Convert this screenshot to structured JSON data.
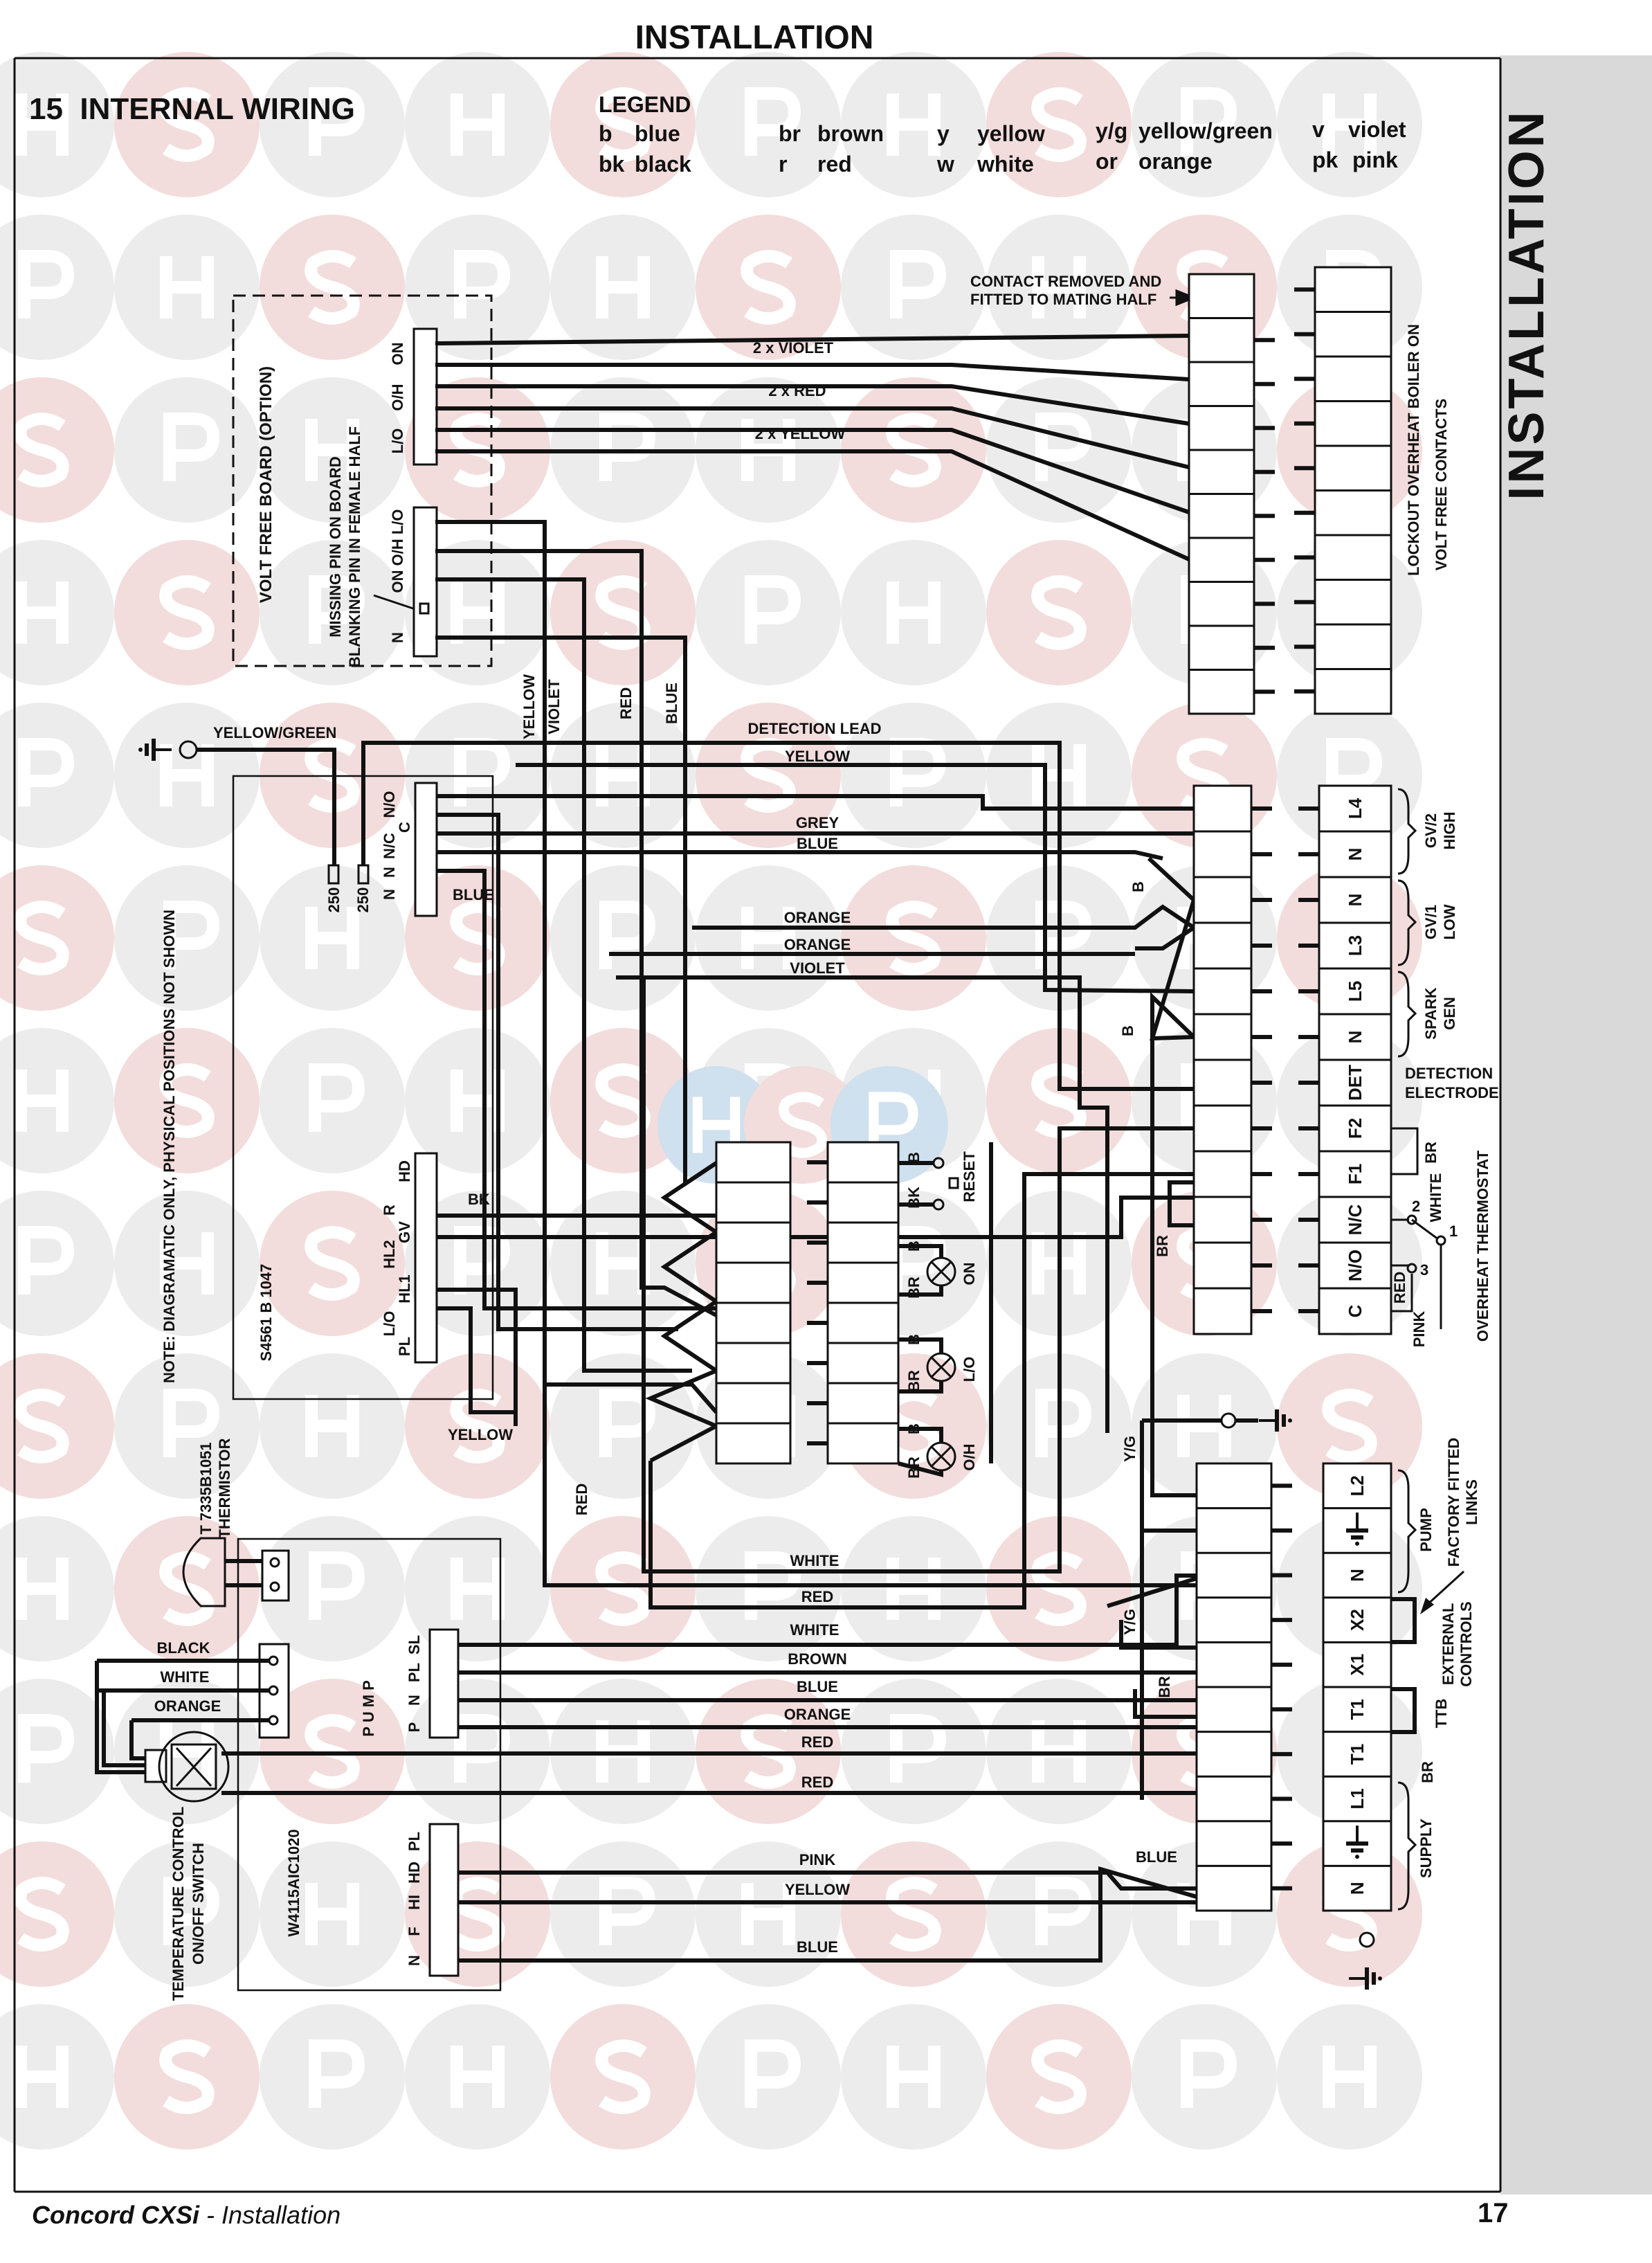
{
  "header": {
    "title": "INSTALLATION"
  },
  "section": {
    "title": "15  INTERNAL WIRING"
  },
  "sidebar": {
    "label": "INSTALLATION",
    "background": "#d8d8d8"
  },
  "watermark": "HSP",
  "colors": {
    "ink": "#111111",
    "watermark_pink": "#f3dcdc",
    "watermark_grey": "#ececec",
    "watermark_blue": "#cfe0ee"
  },
  "legend": {
    "title": "LEGEND",
    "items": [
      {
        "code": "b",
        "name": "blue"
      },
      {
        "code": "bk",
        "name": "black"
      },
      {
        "code": "br",
        "name": "brown"
      },
      {
        "code": "r",
        "name": "red"
      },
      {
        "code": "y",
        "name": "yellow"
      },
      {
        "code": "w",
        "name": "white"
      },
      {
        "code": "y/g",
        "name": "yellow/green"
      },
      {
        "code": "or",
        "name": "orange"
      },
      {
        "code": "v",
        "name": "violet"
      },
      {
        "code": "pk",
        "name": "pink"
      }
    ]
  },
  "volt_free_board": {
    "title": "VOLT FREE BOARD (OPTION)",
    "note_line1": "MISSING PIN ON BOARD",
    "note_line2": "BLANKING PIN IN FEMALE HALF",
    "pins_top": [
      "ON",
      "O/H",
      "L/O"
    ],
    "pins_bottom": [
      "ON O/H L/O",
      "N"
    ],
    "wires": [
      "2 x VIOLET",
      "2 x RED",
      "2 x YELLOW"
    ]
  },
  "volt_free_contacts": {
    "contact_note_line1": "CONTACT REMOVED AND",
    "contact_note_line2": "FITTED TO MATING HALF",
    "label_line1": "LOCKOUT  OVERHEAT  BOILER ON",
    "label_line2": "VOLT FREE CONTACTS"
  },
  "vertical_wires": [
    "YELLOW",
    "VIOLET",
    "RED",
    "BLUE"
  ],
  "earth_lead": {
    "label": "YELLOW/GREEN"
  },
  "control_board": {
    "model": "S4561 B 1047",
    "note": "NOTE: DIAGRAMATIC ONLY, PHYSICAL POSITIONS NOT SHOWN",
    "spade_1": "250",
    "spade_2": "250",
    "connector_a_pins": [
      "N/O",
      "C",
      "N/C",
      "N",
      "N"
    ],
    "connector_a_wire": "BLUE",
    "connector_b_pins": [
      "HD",
      "R",
      "GV",
      "HL2",
      "HL1",
      "L/O",
      "PL"
    ],
    "connector_b_wire": "BK",
    "yellow_label": "YELLOW"
  },
  "harness_wires": {
    "detection_lead": "DETECTION LEAD",
    "yellow": "YELLOW",
    "grey": "GREY",
    "blue": "BLUE",
    "orange_1": "ORANGE",
    "orange_2": "ORANGE",
    "violet": "VIOLET",
    "b_1": "B",
    "b_2": "B",
    "br": "BR",
    "red_vertical": "RED"
  },
  "gas_valve_block": {
    "terminals": [
      "L4",
      "N",
      "N",
      "L3",
      "L5",
      "N",
      "DET",
      "F2",
      "F1",
      "N/C",
      "N/O",
      "C"
    ],
    "gv2": [
      "GV/2",
      "HIGH"
    ],
    "gv1": [
      "GV/1",
      "LOW"
    ],
    "spark": [
      "SPARK",
      "GEN"
    ],
    "detection": [
      "DETECTION",
      "ELECTRODE"
    ],
    "br": "BR",
    "white": "WHITE",
    "pin_1": "1",
    "pin_2": "2",
    "pin_3": "3",
    "pink": "PINK",
    "red": "RED",
    "overheat": "OVERHEAT THERMOSTAT"
  },
  "indicators": {
    "reset_b": "B",
    "reset_bk": "BK",
    "reset": "RESET",
    "on_b": "B",
    "on_br": "BR",
    "on": "ON",
    "lo_b": "B",
    "lo_br": "BR",
    "lo": "L/O",
    "oh_b": "B",
    "oh_br": "BR",
    "oh": "O/H"
  },
  "thermostat_board": {
    "model": "W4115AIC1020",
    "thermistor_model": "T 7335B1051",
    "thermistor": "THERMISTOR",
    "switch_line1": "TEMPERATURE CONTROL",
    "switch_line2": "ON/OFF SWITCH",
    "switch_wires": [
      "BLACK",
      "WHITE",
      "ORANGE"
    ],
    "pump_pins": [
      "SL",
      "PL",
      "N",
      "P"
    ],
    "pump_label": "PUMP",
    "lower_pins": [
      "PL",
      "HD",
      "HI",
      "F",
      "N"
    ]
  },
  "lower_wires": [
    "WHITE",
    "RED",
    "WHITE",
    "BROWN",
    "BLUE",
    "ORANGE",
    "RED",
    "RED",
    "PINK",
    "YELLOW",
    "BLUE"
  ],
  "lower_marks": {
    "yg_1": "Y/G",
    "yg_2": "Y/G",
    "br": "BR",
    "blue": "BLUE"
  },
  "supply_block": {
    "terminals": [
      "L2",
      "earth",
      "N",
      "X2",
      "X1",
      "T1",
      "T1",
      "L1",
      "earth",
      "N"
    ],
    "pump": "PUMP",
    "links_line1": "FACTORY FITTED",
    "links_line2": "LINKS",
    "external_line1": "EXTERNAL",
    "external_line2": "CONTROLS",
    "ttb": "TTB",
    "br": "BR",
    "supply": "SUPPLY"
  },
  "footer": {
    "doc": "Concord CXSi",
    "doc_suffix": " - Installation",
    "page": "17"
  }
}
